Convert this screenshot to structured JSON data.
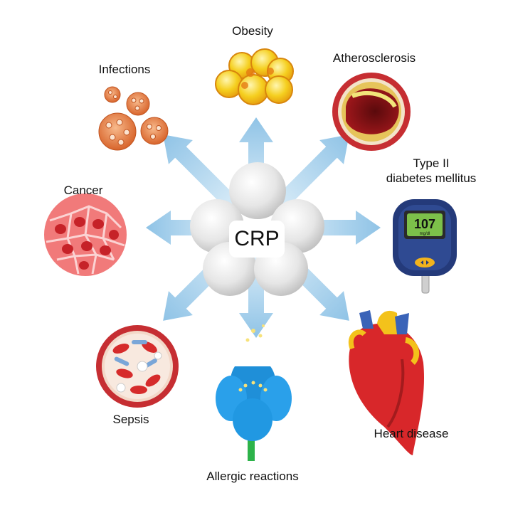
{
  "center": {
    "label": "CRP"
  },
  "conditions": [
    {
      "id": "obesity",
      "label": "Obesity"
    },
    {
      "id": "atherosclerosis",
      "label": "Atherosclerosis"
    },
    {
      "id": "type2-diabetes",
      "label_line1": "Type II",
      "label_line2": "diabetes mellitus"
    },
    {
      "id": "heart-disease",
      "label": "Heart disease"
    },
    {
      "id": "allergic-reactions",
      "label": "Allergic reactions"
    },
    {
      "id": "sepsis",
      "label": "Sepsis"
    },
    {
      "id": "cancer",
      "label": "Cancer"
    },
    {
      "id": "infections",
      "label": "Infections"
    }
  ],
  "glucometer": {
    "reading": "107",
    "unit": "mg/dl"
  },
  "colors": {
    "arrow": "#a9d3ee",
    "sphere": "#e8e8e8",
    "fat": "#f3c21b",
    "vessel": "#c2272d",
    "plaque": "#f1e57a",
    "cancer_cell": "#e24b4b",
    "meter": "#243a7a",
    "meter_screen": "#7cc04a",
    "heart": "#d8272a",
    "flower": "#1f8fd8",
    "stem": "#2db34a"
  }
}
